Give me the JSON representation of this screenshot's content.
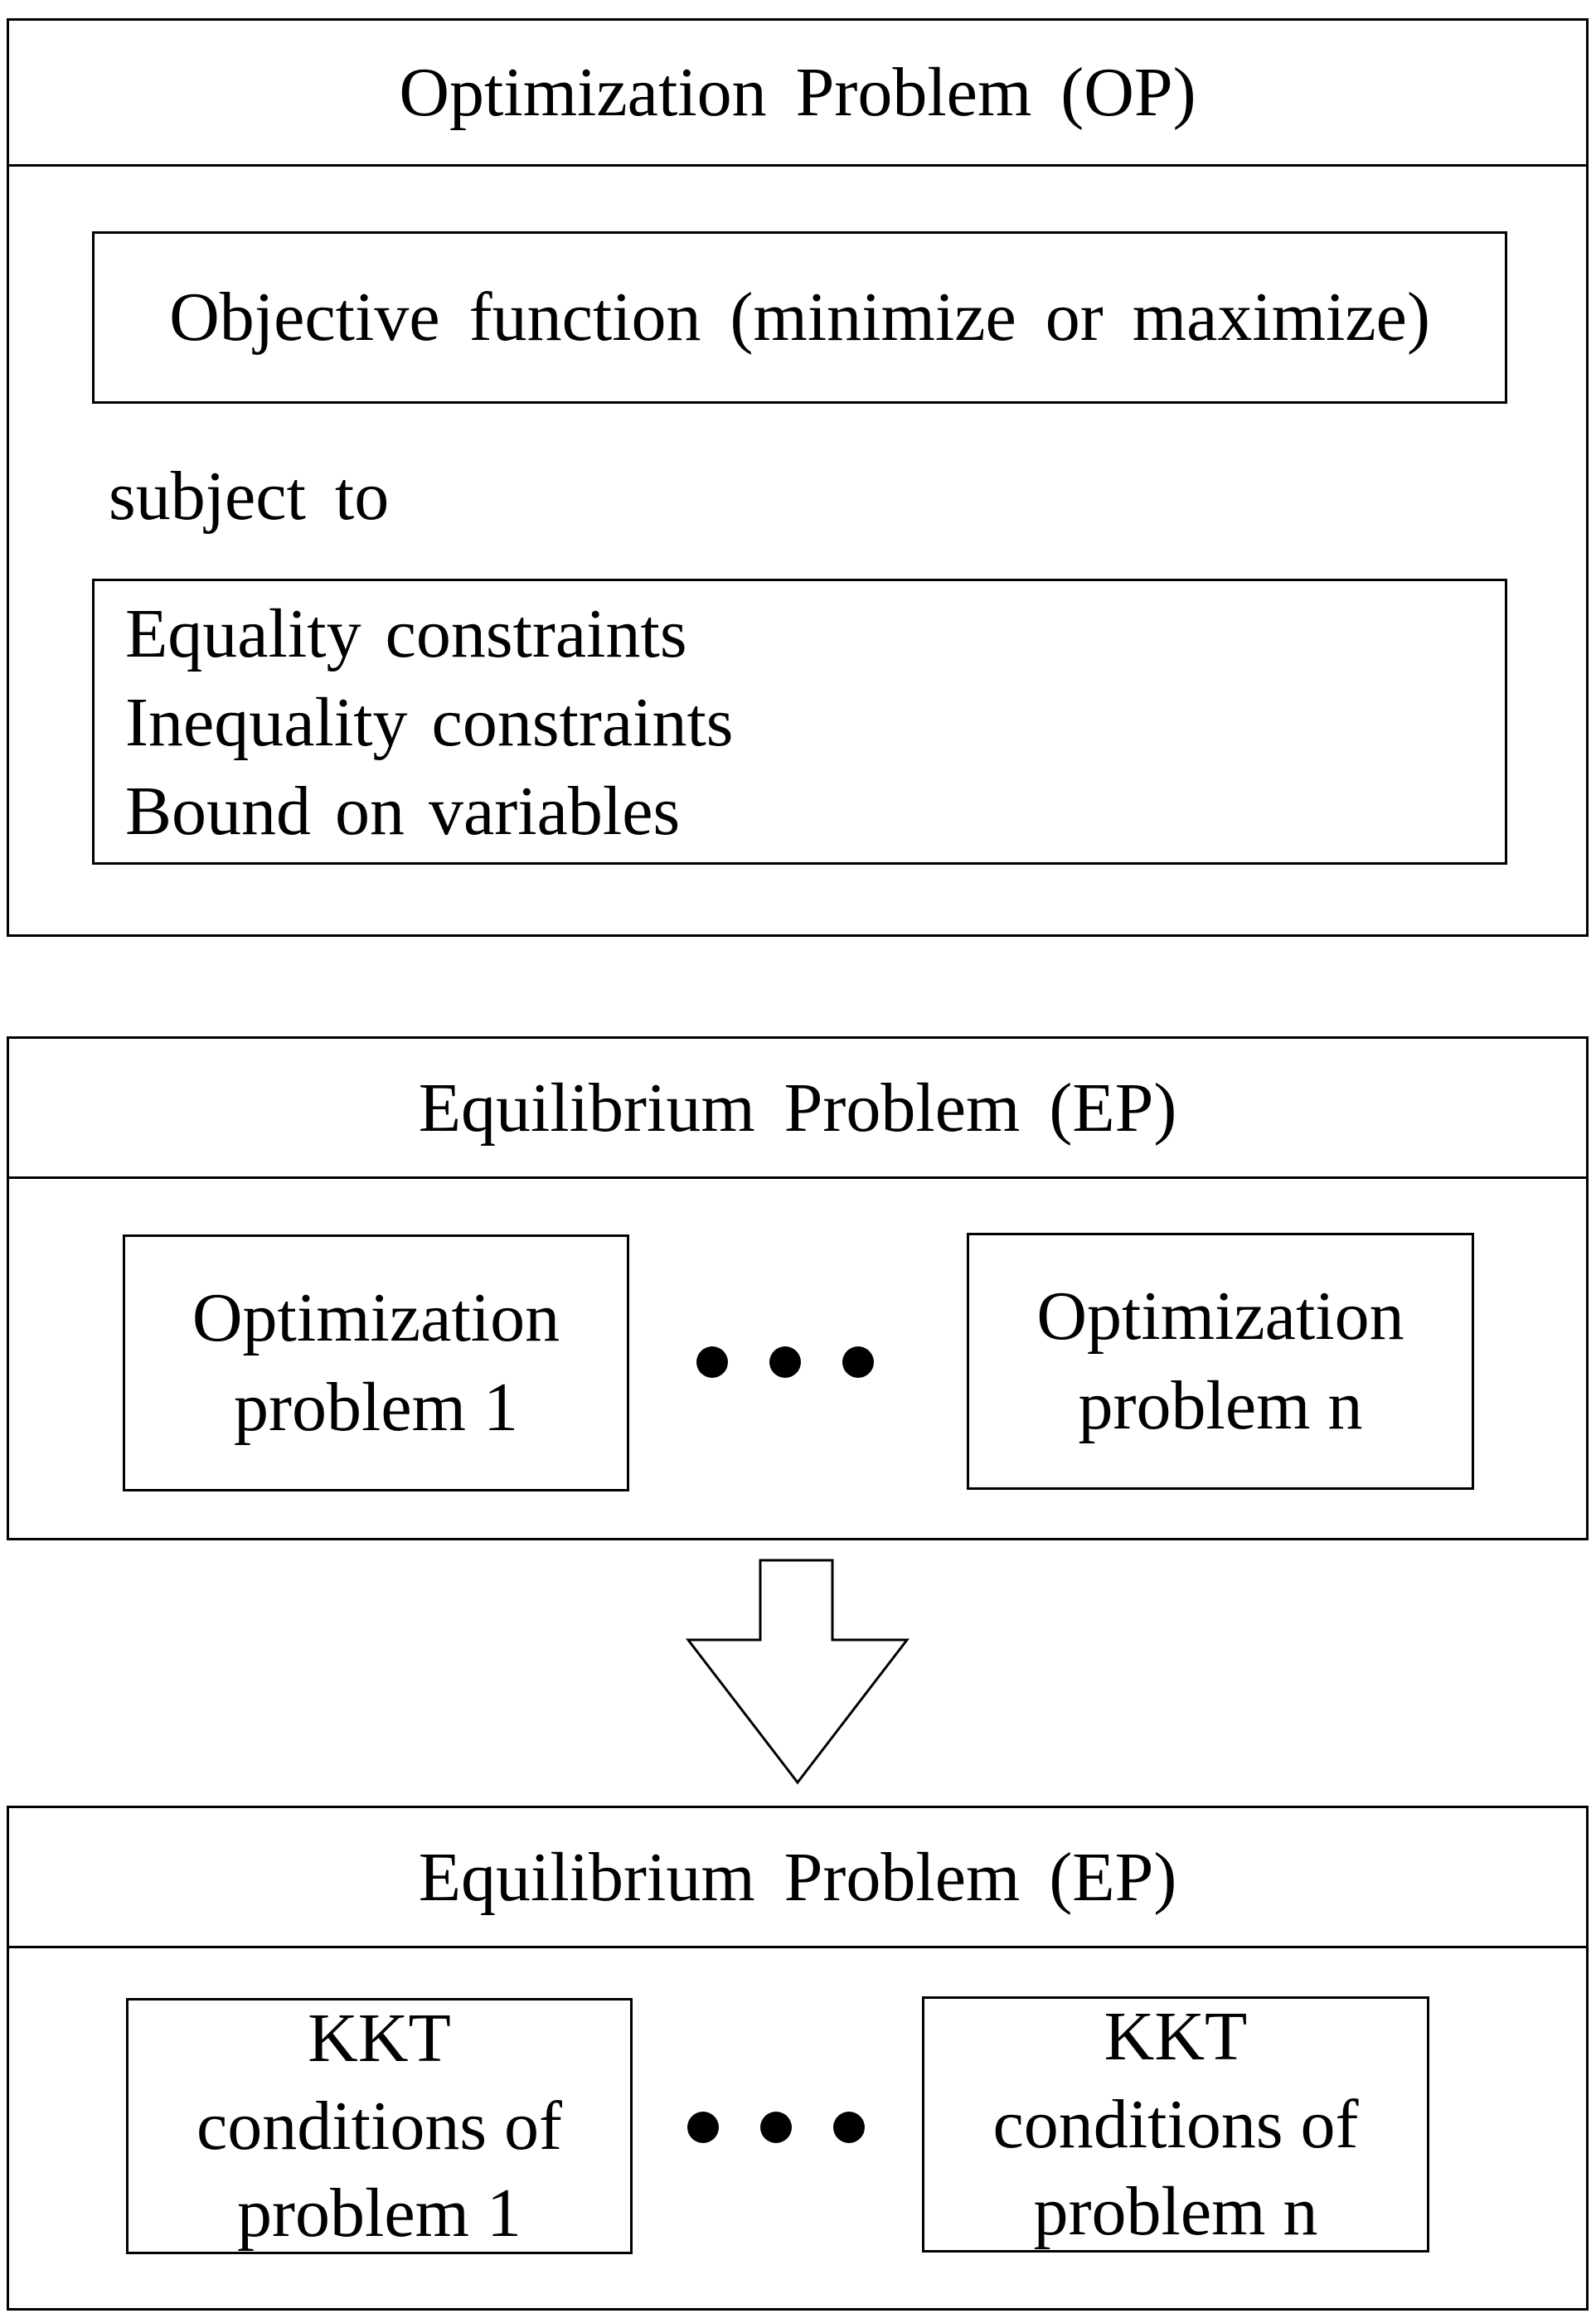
{
  "op_panel": {
    "title": "Optimization Problem (OP)",
    "objective": "Objective function (minimize or maximize)",
    "subject_to": "subject to",
    "constraints": [
      "Equality constraints",
      "Inequality constraints",
      "Bound on variables"
    ]
  },
  "ep_panel": {
    "title": "Equilibrium Problem (EP)",
    "left_box": [
      "Optimization",
      "problem 1"
    ],
    "right_box": [
      "Optimization",
      "problem n"
    ]
  },
  "transform_arrow": {
    "icon": "down-arrow-icon"
  },
  "ep_kkt_panel": {
    "title": "Equilibrium Problem (EP)",
    "left_box": [
      "KKT",
      "conditions of",
      "problem 1"
    ],
    "right_box": [
      "KKT",
      "conditions of",
      "problem n"
    ]
  },
  "colors": {
    "stroke": "#000000",
    "background": "#ffffff"
  }
}
